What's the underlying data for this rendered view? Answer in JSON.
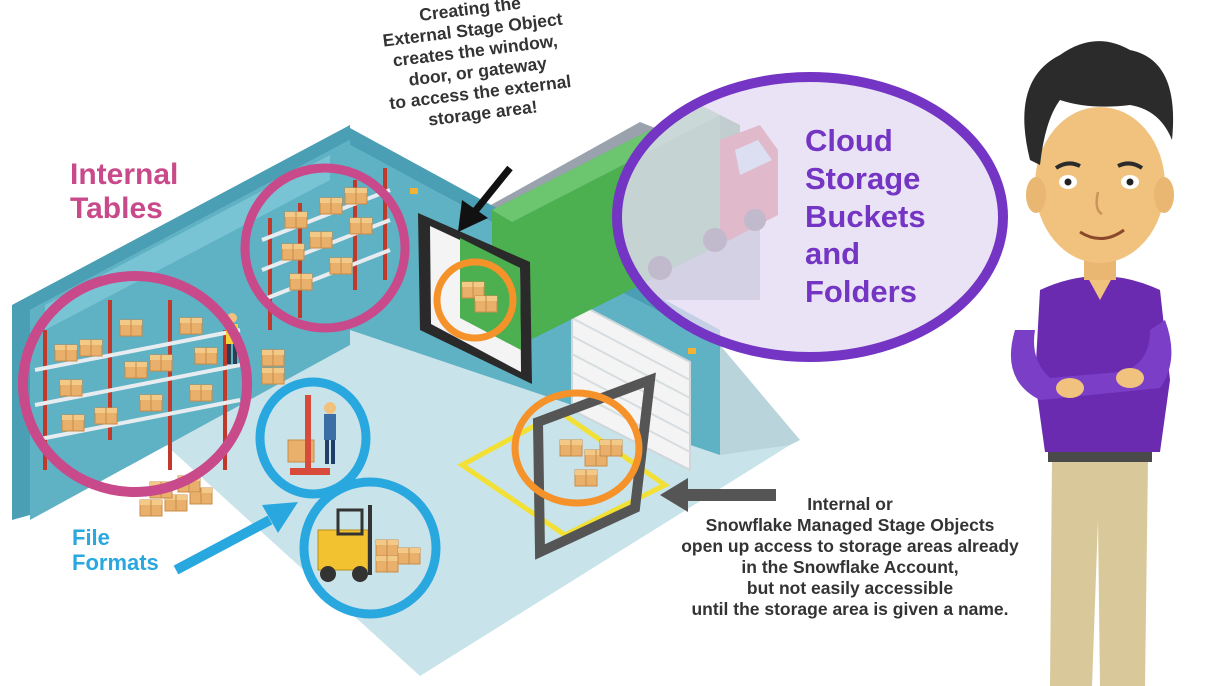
{
  "labels": {
    "internal_tables": [
      "Internal",
      "Tables"
    ],
    "file_formats": [
      "File",
      "Formats"
    ],
    "cloud_storage": [
      "Cloud",
      "Storage",
      "Buckets",
      "and",
      "Folders"
    ]
  },
  "callouts": {
    "external_stage": [
      "Creating the",
      "External Stage Object",
      "creates the window,",
      "door, or gateway",
      "to access the external",
      "storage area!"
    ],
    "internal_stage": [
      "Internal or",
      "Snowflake Managed Stage Objects",
      "open up access to storage areas already",
      "in the Snowflake Account,",
      "but not easily accessible",
      "until the storage area is given a name."
    ]
  },
  "colors": {
    "pink_highlight": "#c94a8a",
    "blue_highlight": "#29a8e0",
    "purple_highlight": "#7434c4",
    "orange_highlight": "#f5922a",
    "warehouse_wall": "#4a9fb4",
    "warehouse_floor": "#c9e3ea",
    "truck_green": "#4caf50",
    "truck_cab": "#d32f2f",
    "shirt": "#6a2bb0"
  },
  "icons": [
    "warehouse-illustration",
    "truck-icon",
    "shelving-icon",
    "forklift-icon",
    "pallet-jack-icon",
    "person-character-icon",
    "arrow-icon"
  ]
}
